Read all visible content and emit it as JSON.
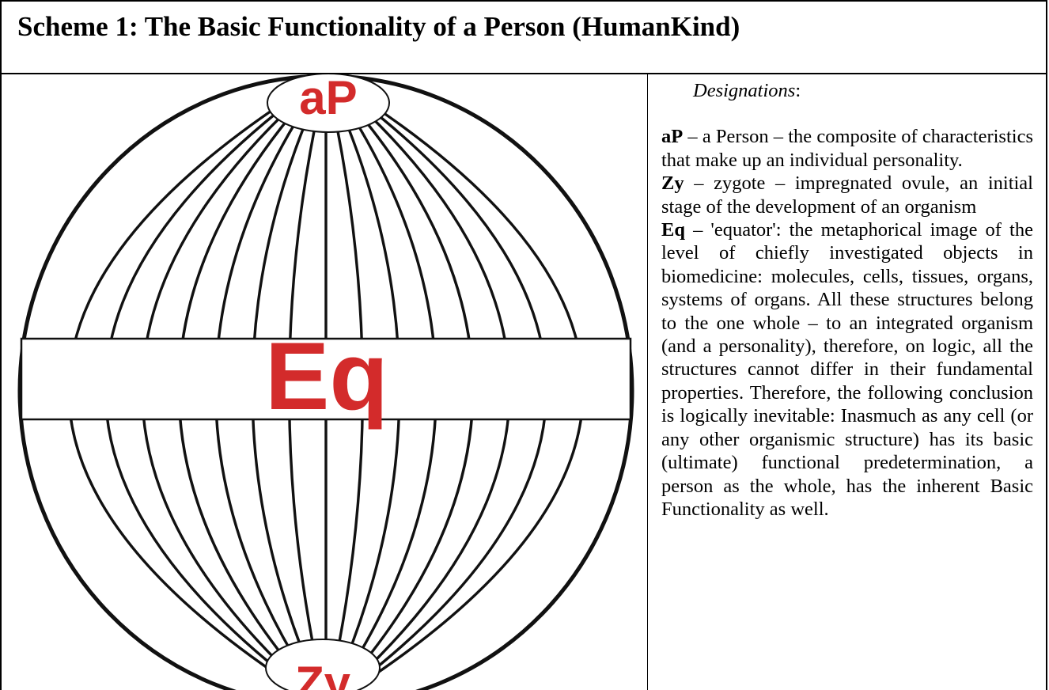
{
  "title": "Scheme 1: The Basic Functionality of a Person (HumanKind)",
  "diagram": {
    "top_label": "aP",
    "center_label": "Eq",
    "bottom_label": "Zy",
    "label_color": "#d32b2b"
  },
  "designations": {
    "heading": "Designations",
    "heading_suffix": ":",
    "items": [
      {
        "term": "aP",
        "definition": " – a Person – the composite of characteristics that make up an individual personality."
      },
      {
        "term": "Zy",
        "definition": " – zygote – impregnated ovule, an initial stage of the development of an organism"
      },
      {
        "term": "Eq",
        "definition": " – 'equator': the metaphorical image of the level of chiefly investigated objects in biomedicine: molecules, cells, tissues, organs, systems of organs. All these structures belong to the one whole – to an integrated organism (and a personality), therefore, on logic, all the structures cannot differ in their fundamental properties. Therefore, the following conclusion is logically inevitable: Inasmuch as any cell (or any other organismic structure) has its basic (ultimate) functional predetermination, a person as the whole, has the inherent Basic Functionality as well."
      }
    ]
  }
}
